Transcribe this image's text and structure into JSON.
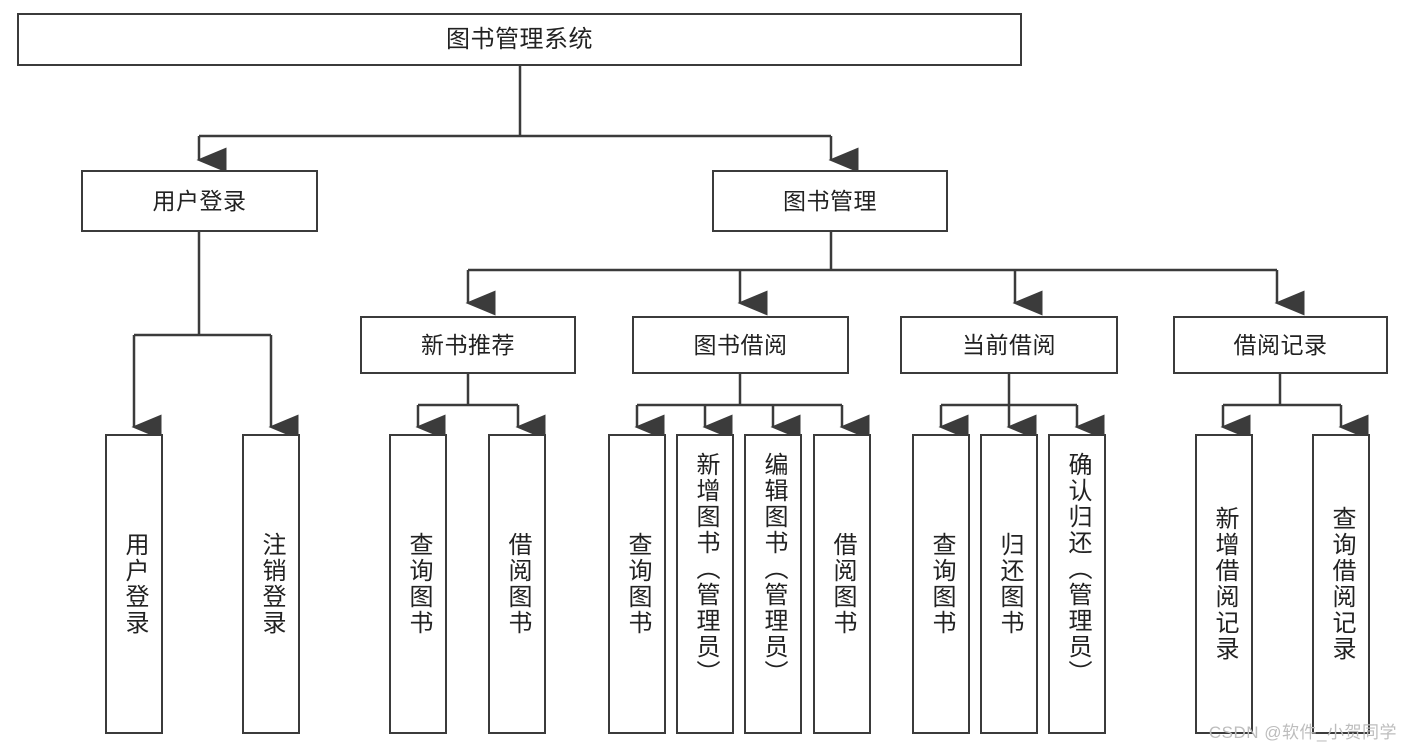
{
  "diagram": {
    "title": "图书管理系统",
    "type": "hierarchy-tree",
    "watermark": "CSDN @软件_小贺同学",
    "colors": {
      "stroke": "#3b3b3b",
      "fill": "#ffffff",
      "text": "#222222",
      "watermark": "#bdbdbd"
    },
    "nodes": {
      "root": {
        "label": "图书管理系统"
      },
      "level1": [
        {
          "id": "user-login",
          "label": "用户登录"
        },
        {
          "id": "book-manage",
          "label": "图书管理"
        }
      ],
      "level2": [
        {
          "id": "new-book-recommend",
          "label": "新书推荐"
        },
        {
          "id": "book-borrow",
          "label": "图书借阅"
        },
        {
          "id": "current-borrow",
          "label": "当前借阅"
        },
        {
          "id": "borrow-record",
          "label": "借阅记录"
        }
      ],
      "leaves": {
        "user-login": [
          {
            "id": "leaf-user-login",
            "label": "用户登录"
          },
          {
            "id": "leaf-logout-login",
            "label": "注销登录"
          }
        ],
        "new-book-recommend": [
          {
            "id": "leaf-query-book-1",
            "label": "查询图书"
          },
          {
            "id": "leaf-borrow-book-1",
            "label": "借阅图书"
          }
        ],
        "book-borrow": [
          {
            "id": "leaf-query-book-2",
            "label": "查询图书"
          },
          {
            "id": "leaf-add-book-admin",
            "label": "新增图书（管理员）"
          },
          {
            "id": "leaf-edit-book-admin",
            "label": "编辑图书（管理员）"
          },
          {
            "id": "leaf-borrow-book-2",
            "label": "借阅图书"
          }
        ],
        "current-borrow": [
          {
            "id": "leaf-query-book-3",
            "label": "查询图书"
          },
          {
            "id": "leaf-return-book",
            "label": "归还图书"
          },
          {
            "id": "leaf-confirm-return-admin",
            "label": "确认归还（管理员）"
          }
        ],
        "borrow-record": [
          {
            "id": "leaf-add-borrow-record",
            "label": "新增借阅记录"
          },
          {
            "id": "leaf-query-borrow-record",
            "label": "查询借阅记录"
          }
        ]
      }
    }
  }
}
